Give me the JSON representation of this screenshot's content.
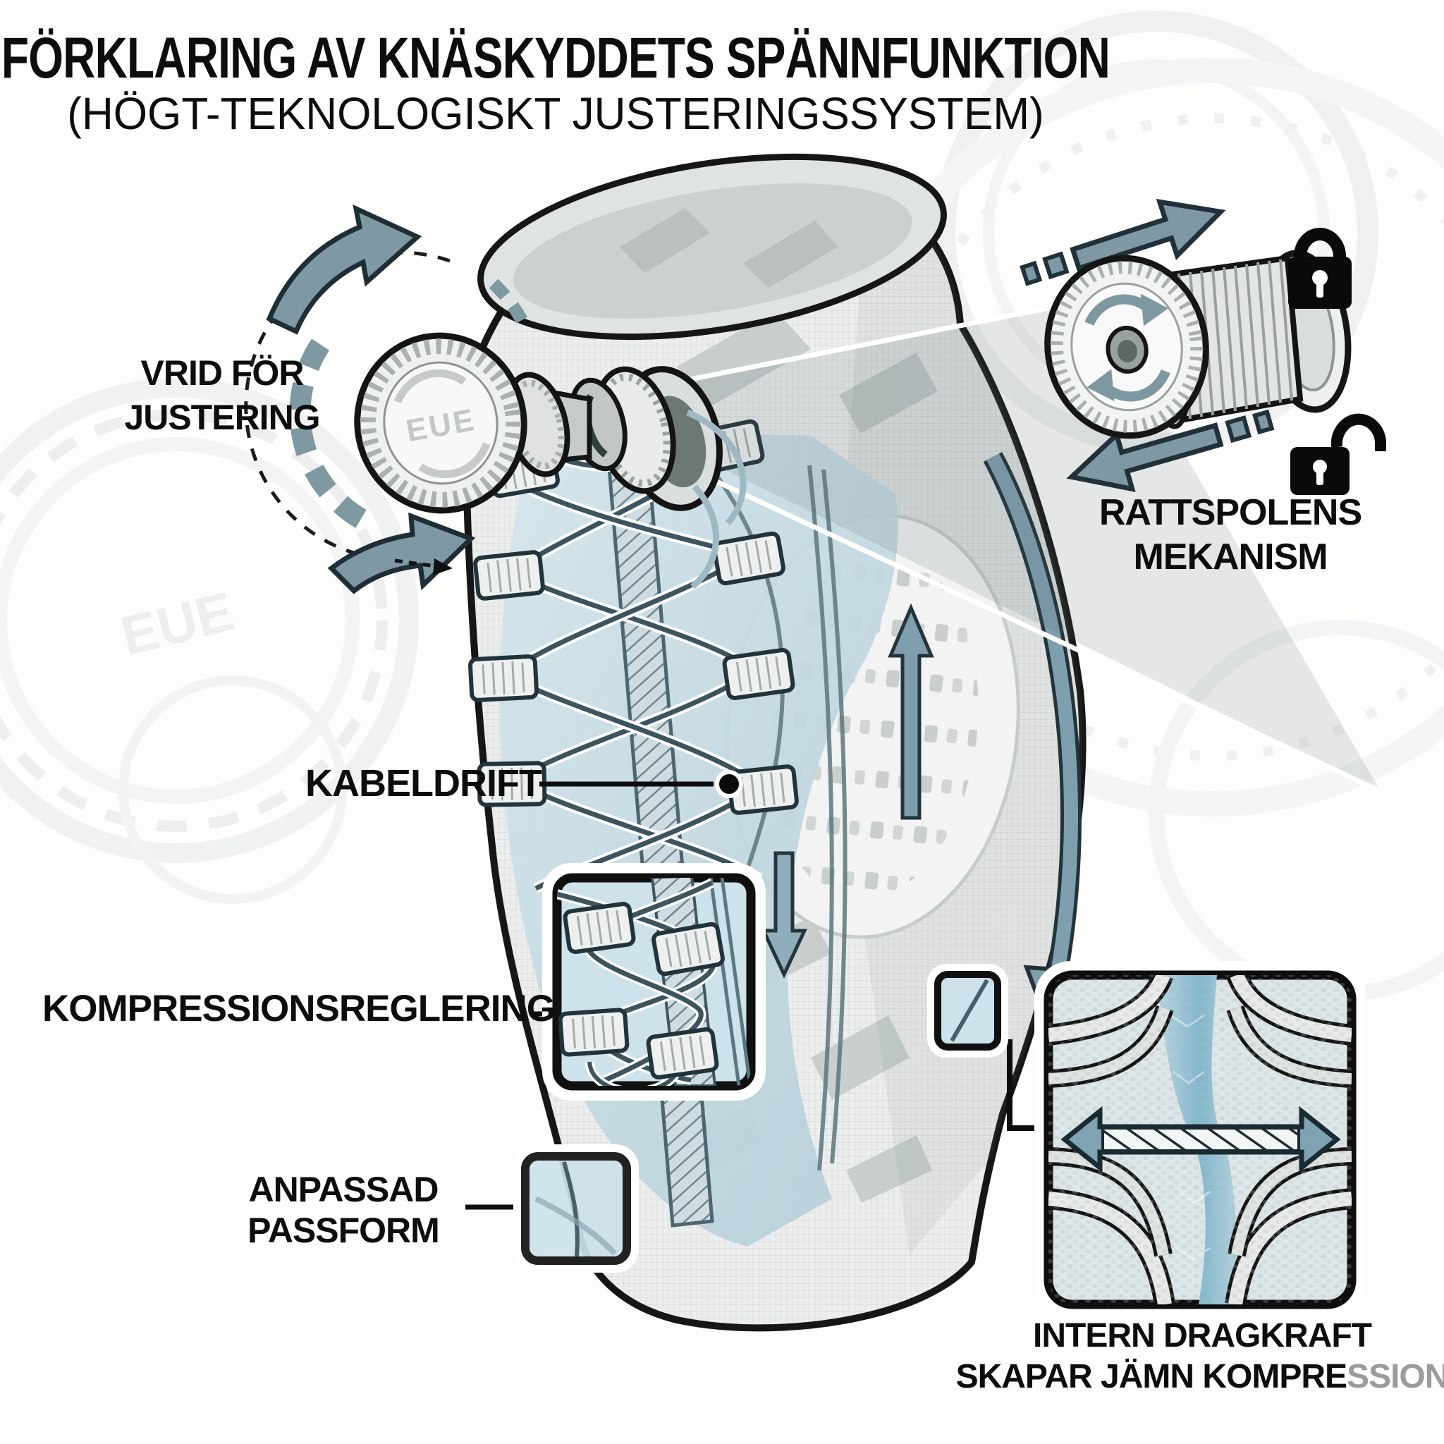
{
  "title": {
    "line1": "FÖRKLARING AV KNÄSKYDDETS SPÄNNFUNKTION",
    "line2": "(HÖGT-TEKNOLOGISKT JUSTERINGSSYSTEM)"
  },
  "labels": {
    "turn_to_adjust": {
      "line1": "VRID FÖR",
      "line2": "JUSTERING"
    },
    "dial_spool_mechanism": {
      "line1": "RATTSPOLENS",
      "line2": "MEKANISM"
    },
    "cable_drive": "KABELDRIFT",
    "compression_regulation": "KOMPRESSIONSREGLERING",
    "custom_fit": {
      "line1": "ANPASSAD",
      "line2": "PASSFORM"
    },
    "internal_tension": {
      "line1": "INTERN DRAGKRAFT",
      "line2_main": "SKAPAR JÄMN KOMPRE",
      "line2_faded": "SSION"
    }
  },
  "dial": {
    "text": "EUE"
  },
  "icons": [
    {
      "name": "lock-closed-icon",
      "meaning": "locked position"
    },
    {
      "name": "lock-open-icon",
      "meaning": "unlocked position"
    },
    {
      "name": "rotate-cw-arrow-icon",
      "meaning": "turn dial clockwise"
    },
    {
      "name": "rotate-ccw-arrow-icon",
      "meaning": "turn dial counter-clockwise"
    },
    {
      "name": "tighten-arrow-icon",
      "meaning": "spool pull direction"
    },
    {
      "name": "release-arrow-icon",
      "meaning": "spool release direction"
    },
    {
      "name": "tension-double-arrow-icon",
      "meaning": "even internal tension"
    }
  ],
  "colors": {
    "accent_teal": "#7E9BA8",
    "outline_dark": "#1E2F36",
    "highlight_blue": "#CDE2EA",
    "fabric_gray": "#ECEEED",
    "text_black": "#0D0D0D",
    "faded_text": "#9C9C9C"
  }
}
